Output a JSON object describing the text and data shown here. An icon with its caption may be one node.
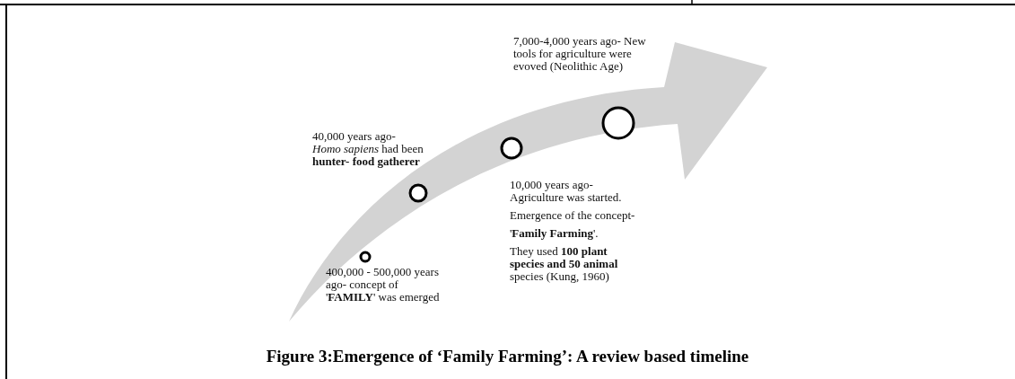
{
  "diagram": {
    "caption": "Figure 3:Emergence of ‘Family Farming’: A review based timeline",
    "nodes": [
      {
        "text": [],
        "shape": "circle",
        "beside": [
          "400,000 - 500,000 years ago- concept of '**FAMILY**' was emerged"
        ]
      },
      {
        "text": [],
        "shape": "circle",
        "beside": [
          "40,000 years ago- *Homo sapiens* had been **hunter- food gatherer**"
        ]
      },
      {
        "text": [],
        "shape": "circle",
        "beside": [
          "10,000 years ago- Agriculture was started.",
          "Emergence of the concept-",
          "'**Family Farming**'.",
          "They used **100 plant species and 50 animal** species (Kung, 1960)"
        ]
      },
      {
        "text": [],
        "shape": "circle",
        "beside": [
          "7,000-4,000 years ago- New tools for agriculture were evoved (Neolithic Age)"
        ]
      }
    ],
    "edges": []
  }
}
